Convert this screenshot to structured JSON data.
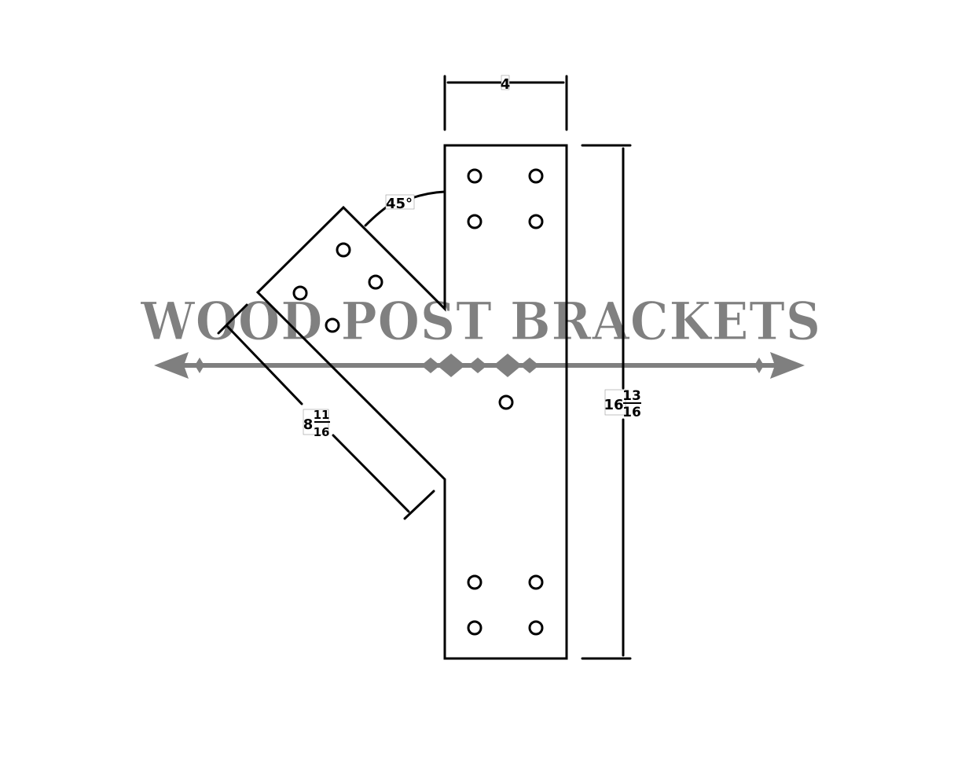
{
  "watermark": {
    "title": "WOOD POST BRACKETS",
    "color": "#7f7f7f"
  },
  "dimensions": {
    "top_width": "4",
    "angle": "45°",
    "arm_length_whole": "8",
    "arm_length_num": "11",
    "arm_length_den": "16",
    "height_whole": "16",
    "height_num": "13",
    "height_den": "16"
  },
  "drawing": {
    "line_color": "#000000",
    "hole_count": 13
  }
}
